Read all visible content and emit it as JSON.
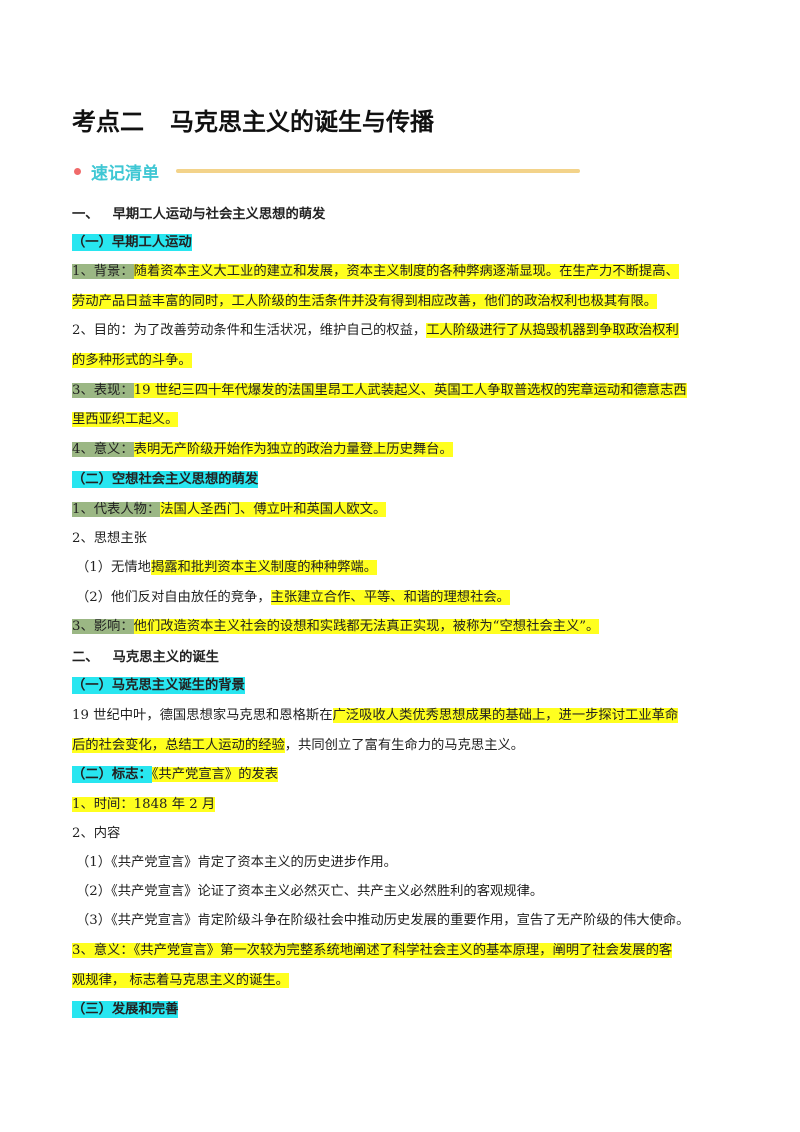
{
  "title": {
    "prefix": "考点二",
    "main": "马克思主义的诞生与传播"
  },
  "badge": "速记清单",
  "part1": {
    "heading_num": "一、",
    "heading": "早期工人运动与社会主义思想的萌发",
    "sub1": "（一）早期工人运动",
    "bg_label": "1、背景：",
    "bg_l1": "随着资本主义大工业的建立和发展，资本主义制度的各种弊病逐渐显现。在生产力不断提高、",
    "bg_l2": "劳动产品日益丰富的同时，工人阶级的生活条件并没有得到相应改善，他们的政治权利也极其有限。",
    "purpose_l1a": "2、目的：为了改善劳动条件和生活状况，维护自己的权益，",
    "purpose_l1b": "工人阶级进行了从捣毁机器到争取政治权利",
    "purpose_l2": "的多种形式的斗争。",
    "perf_label": "3、表现：",
    "perf_l1": "19 世纪三四十年代爆发的法国里昂工人武装起义、英国工人争取普选权的宪章运动和德意志西",
    "perf_l2": "里西亚织工起义。",
    "mean_label": "4、意义：",
    "mean_text": "表明无产阶级开始作为独立的政治力量登上历史舞台。",
    "sub2": "（二）空想社会主义思想的萌发",
    "rep_label": "1、代表人物：",
    "rep_text": "法国人圣西门、傅立叶和英国人欧文。",
    "idea": "2、思想主张",
    "idea1a": "（1）无情地",
    "idea1b": "揭露和批判资本主义制度的种种弊端。",
    "idea2a": "（2）他们反对自由放任的竞争，",
    "idea2b": "主张建立合作、平等、和谐的理想社会。",
    "inf_label": "3、影响：",
    "inf_text": "他们改造资本主义社会的设想和实践都无法真正实现，被称为“空想社会主义”。"
  },
  "part2": {
    "heading_num": "二、",
    "heading": "马克思主义的诞生",
    "sub1": "（一）马克思主义诞生的背景",
    "bg_l1a": "19 世纪中叶，德国思想家马克思和恩格斯在",
    "bg_l1b": "广泛吸收人类优秀思想成果的基础上，进一步探讨工业革命",
    "bg_l2a": "后的社会变化，总结工人运动的经验",
    "bg_l2b": "，共同创立了富有生命力的马克思主义。",
    "sub2a": "（二）标志：",
    "sub2b": "《共产党宣言》的发表",
    "time": "1、时间：1848  年 2  月",
    "content": "2、内容",
    "c1": "（1）《共产党宣言》肯定了资本主义的历史进步作用。",
    "c2": "（2）《共产党宣言》论证了资本主义必然灭亡、共产主义必然胜利的客观规律。",
    "c3": "（3）《共产党宣言》肯定阶级斗争在阶级社会中推动历史发展的重要作用，宣告了无产阶级的伟大使命。",
    "sig_l1": "3、意义：《共产党宣言》第一次较为完整系统地阐述了科学社会主义的基本原理，阐明了社会发展的客",
    "sig_l2": "观规律，  标志着马克思主义的诞生。",
    "sub3": "（三）发展和完善"
  },
  "colors": {
    "section": "#28e6f0",
    "highlight": "#ffff1f",
    "label": "#9bb784",
    "badge": "#3fc7d4"
  }
}
